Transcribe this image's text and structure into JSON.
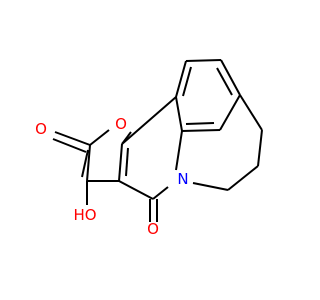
{
  "molecule": {
    "atom_labels": {
      "ring_oxygen": "O",
      "lactone_carbonyl_oxygen": "O",
      "amide_carbonyl_oxygen": "O",
      "nitrogen": "N",
      "hydroxyl": "HO"
    }
  },
  "colors": {
    "background": "#ffffff",
    "bond": "#000000",
    "oxygen": "#ff0000",
    "nitrogen": "#0000ff"
  }
}
